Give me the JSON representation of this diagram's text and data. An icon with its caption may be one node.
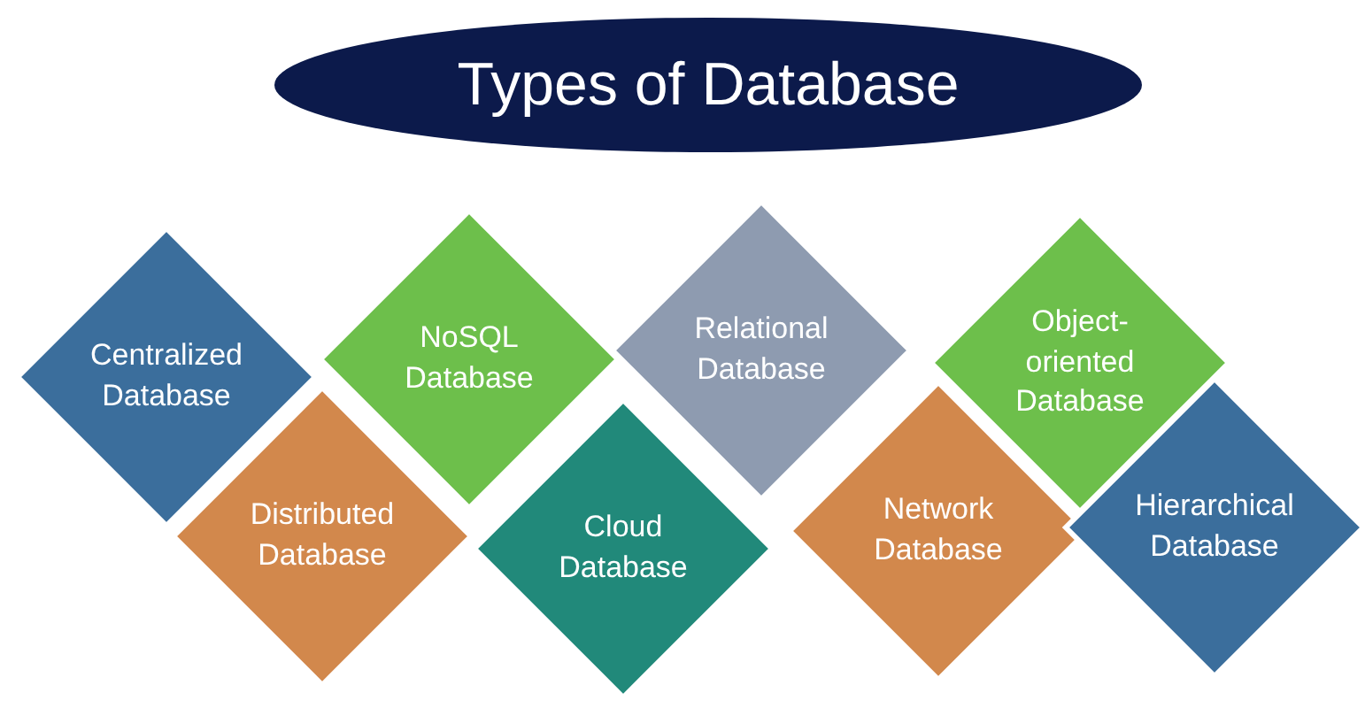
{
  "diagram": {
    "title": "Types of Database",
    "nodes": [
      {
        "text": [
          "Centralized Database"
        ]
      },
      {
        "text": [
          "Distributed Database"
        ]
      },
      {
        "text": [
          "NoSQL Database"
        ]
      },
      {
        "text": [
          "Cloud Database"
        ]
      },
      {
        "text": [
          "Relational Database"
        ]
      },
      {
        "text": [
          "Network Database"
        ]
      },
      {
        "text": [
          "Object-oriented Database"
        ]
      },
      {
        "text": [
          "Hierarchical Database"
        ]
      }
    ]
  }
}
